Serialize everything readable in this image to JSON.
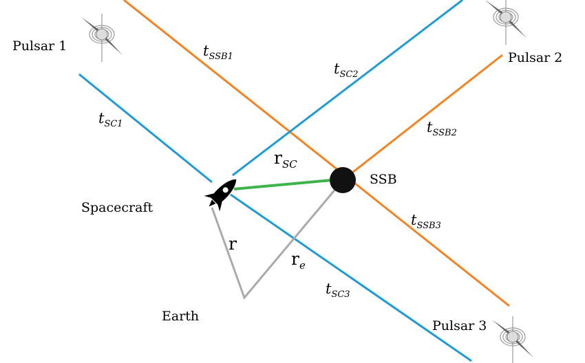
{
  "labels": {
    "pulsar1": "Pulsar 1",
    "pulsar2": "Pulsar 2",
    "pulsar3": "Pulsar 3",
    "spacecraft": "Spacecraft",
    "earth": "Earth",
    "ssb": "SSB",
    "t": "t",
    "ssb1": "SSB1",
    "ssb2": "SSB2",
    "ssb3": "SSB3",
    "sc1": "SC1",
    "sc2": "SC2",
    "sc3": "SC3",
    "r": "r",
    "r_sc": "SC",
    "r_e": "e"
  },
  "colors": {
    "orange": "#f58220",
    "blue": "#1e9ad6",
    "green": "#3cb44b",
    "gray": "#aaaaaa"
  }
}
